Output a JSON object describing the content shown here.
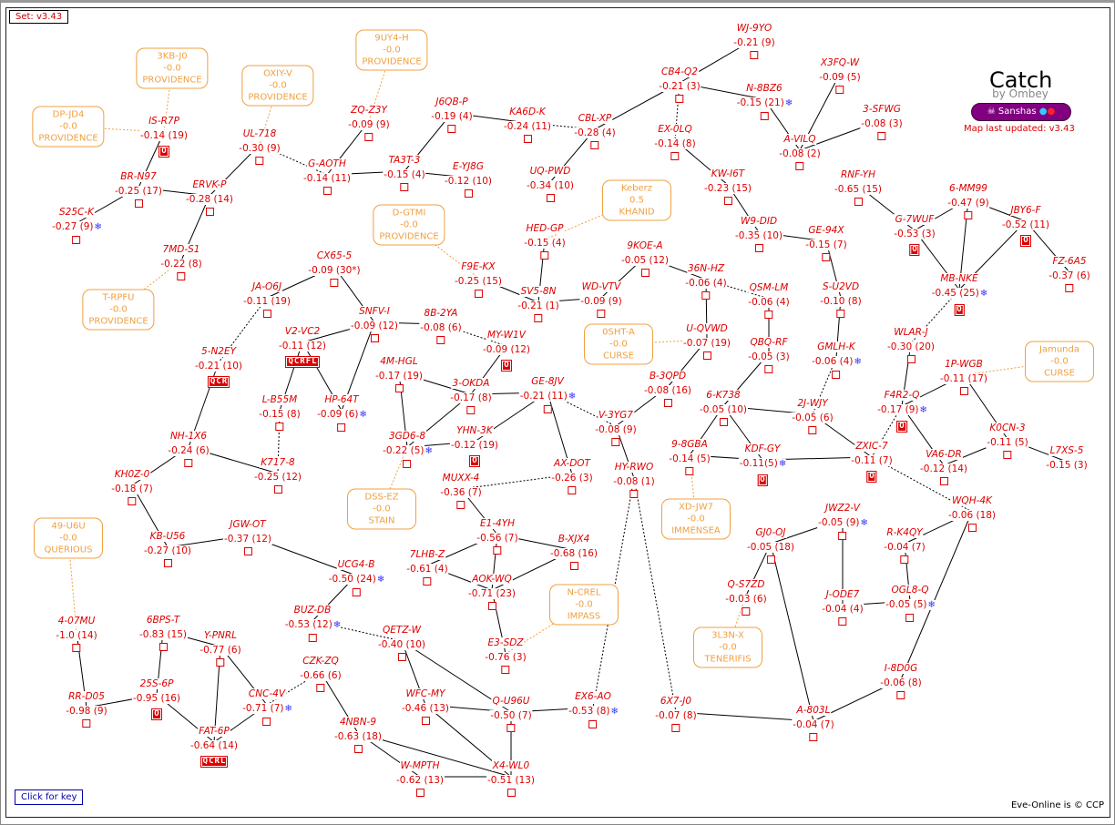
{
  "header": {
    "set_label": "Set: v3.43",
    "title": "Catch",
    "byline": "by Ombey",
    "faction": "Sanshas",
    "updated": "Map last updated: v3.43"
  },
  "footer": {
    "key_button": "Click for key",
    "copyright": "Eve-Online is © CCP"
  },
  "colors": {
    "system": "#dd0000",
    "region": "#f0a040",
    "faction": "#800080",
    "ice": "#3333ff"
  },
  "systems": [
    {
      "name": "IS-R7P",
      "value": "-0.14 (19)",
      "stations": "O"
    },
    {
      "name": "BR-N97",
      "value": "-0.25 (17)"
    },
    {
      "name": "S25C-K",
      "value": "-0.27 (9)",
      "ice": true
    },
    {
      "name": "ERVK-P",
      "value": "-0.28 (14)"
    },
    {
      "name": "7MD-S1",
      "value": "-0.22 (8)"
    },
    {
      "name": "UL-718",
      "value": "-0.30 (9)"
    },
    {
      "name": "G-AOTH",
      "value": "-0.14 (11)"
    },
    {
      "name": "ZQ-Z3Y",
      "value": "-0.09 (9)"
    },
    {
      "name": "TA3T-3",
      "value": "-0.15 (4)"
    },
    {
      "name": "E-YJ8G",
      "value": "-0.12 (10)"
    },
    {
      "name": "J6QB-P",
      "value": "-0.19 (4)"
    },
    {
      "name": "KA6D-K",
      "value": "-0.24 (11)"
    },
    {
      "name": "CBL-XP",
      "value": "-0.28 (4)"
    },
    {
      "name": "UQ-PWD",
      "value": "-0.34 (10)"
    },
    {
      "name": "WJ-9YO",
      "value": "-0.21 (9)"
    },
    {
      "name": "CB4-Q2",
      "value": "-0.21 (3)"
    },
    {
      "name": "N-8BZ6",
      "value": "-0.15 (21)",
      "ice": true
    },
    {
      "name": "X3FQ-W",
      "value": "-0.09 (5)"
    },
    {
      "name": "3-SFWG",
      "value": "-0.08 (3)"
    },
    {
      "name": "A-VILQ",
      "value": "-0.08 (2)"
    },
    {
      "name": "EX-0LQ",
      "value": "-0.14 (8)"
    },
    {
      "name": "KW-I6T",
      "value": "-0.23 (15)"
    },
    {
      "name": "W9-DID",
      "value": "-0.35 (10)"
    },
    {
      "name": "GE-94X",
      "value": "-0.15 (7)"
    },
    {
      "name": "RNF-YH",
      "value": "-0.65 (15)"
    },
    {
      "name": "G-7WUF",
      "value": "-0.53 (3)",
      "stations": "O"
    },
    {
      "name": "6-MM99",
      "value": "-0.47 (9)"
    },
    {
      "name": "JBY6-F",
      "value": "-0.52 (11)",
      "stations": "O"
    },
    {
      "name": "FZ-6A5",
      "value": "-0.37 (6)"
    },
    {
      "name": "MB-NKE",
      "value": "-0.45 (25)",
      "ice": true,
      "stations": "O"
    },
    {
      "name": "HED-GP",
      "value": "-0.15 (4)"
    },
    {
      "name": "9KOE-A",
      "value": "-0.05 (12)"
    },
    {
      "name": "36N-HZ",
      "value": "-0.06 (4)"
    },
    {
      "name": "WD-VTV",
      "value": "-0.09 (9)"
    },
    {
      "name": "QSM-LM",
      "value": "-0.06 (4)"
    },
    {
      "name": "S-U2VD",
      "value": "-0.10 (8)"
    },
    {
      "name": "SV5-8N",
      "value": "-0.21 (1)"
    },
    {
      "name": "F9E-KX",
      "value": "-0.25 (15)"
    },
    {
      "name": "CX65-5",
      "value": "-0.09 (30*)"
    },
    {
      "name": "JA-O6J",
      "value": "-0.11 (19)"
    },
    {
      "name": "SNFV-I",
      "value": "-0.09 (12)"
    },
    {
      "name": "8B-2YA",
      "value": "-0.08 (6)"
    },
    {
      "name": "MY-W1V",
      "value": "-0.09 (12)",
      "stations": "O"
    },
    {
      "name": "V2-VC2",
      "value": "-0.11 (12)",
      "stations": "QCRFL"
    },
    {
      "name": "5-N2EY",
      "value": "-0.21 (10)",
      "stations": "QCR"
    },
    {
      "name": "4M-HGL",
      "value": "-0.17 (19)"
    },
    {
      "name": "3-OKDA",
      "value": "-0.17 (8)"
    },
    {
      "name": "GE-8JV",
      "value": "-0.21 (11)",
      "ice": true
    },
    {
      "name": "L-B55M",
      "value": "-0.15 (8)"
    },
    {
      "name": "HP-64T",
      "value": "-0.09 (6)",
      "ice": true
    },
    {
      "name": "U-QVWD",
      "value": "-0.07 (19)"
    },
    {
      "name": "QBQ-RF",
      "value": "-0.05 (3)"
    },
    {
      "name": "GMLH-K",
      "value": "-0.06 (4)",
      "ice": true
    },
    {
      "name": "WLAR-J",
      "value": "-0.30 (20)"
    },
    {
      "name": "1P-WGB",
      "value": "-0.11 (17)"
    },
    {
      "name": "B-3QPD",
      "value": "-0.08 (16)"
    },
    {
      "name": "6-K738",
      "value": "-0.05 (10)"
    },
    {
      "name": "2J-WJY",
      "value": "-0.05 (6)"
    },
    {
      "name": "F4R2-Q",
      "value": "-0.17 (9)",
      "ice": true,
      "stations": "O"
    },
    {
      "name": "V-3YG7",
      "value": "-0.08 (9)"
    },
    {
      "name": "3GD6-8",
      "value": "-0.22 (5)",
      "ice": true
    },
    {
      "name": "YHN-3K",
      "value": "-0.12 (19)",
      "stations": "O"
    },
    {
      "name": "NH-1X6",
      "value": "-0.24 (6)"
    },
    {
      "name": "K717-8",
      "value": "-0.25 (12)"
    },
    {
      "name": "KH0Z-0",
      "value": "-0.18 (7)"
    },
    {
      "name": "9-8GBA",
      "value": "-0.14 (5)"
    },
    {
      "name": "KDF-GY",
      "value": "-0.11(5)",
      "ice": true,
      "stations": "O"
    },
    {
      "name": "ZXIC-7",
      "value": "-0.11 (7)",
      "stations": "O"
    },
    {
      "name": "VA6-DR",
      "value": "-0.12 (14)"
    },
    {
      "name": "K0CN-3",
      "value": "-0.11 (5)"
    },
    {
      "name": "L7XS-5",
      "value": "-0.15 (3)",
      "nosq": true
    },
    {
      "name": "AX-DOT",
      "value": "-0.26 (3)"
    },
    {
      "name": "HY-RWO",
      "value": "-0.08 (1)"
    },
    {
      "name": "MUXX-4",
      "value": "-0.36 (7)"
    },
    {
      "name": "E1-4YH",
      "value": "-0.56 (7)"
    },
    {
      "name": "B-XJX4",
      "value": "-0.68 (16)"
    },
    {
      "name": "7LHB-Z",
      "value": "-0.61 (4)"
    },
    {
      "name": "AOK-WQ",
      "value": "-0.71 (23)"
    },
    {
      "name": "KB-U56",
      "value": "-0.27 (10)"
    },
    {
      "name": "JGW-OT",
      "value": "-0.37 (12)"
    },
    {
      "name": "UCG4-B",
      "value": "-0.50 (24)",
      "ice": true
    },
    {
      "name": "BUZ-DB",
      "value": "-0.53 (12)",
      "ice": true
    },
    {
      "name": "QETZ-W",
      "value": "-0.40 (10)"
    },
    {
      "name": "E3-SDZ",
      "value": "-0.76 (3)"
    },
    {
      "name": "4-07MU",
      "value": "-1.0 (14)"
    },
    {
      "name": "6BPS-T",
      "value": "-0.83 (15)"
    },
    {
      "name": "Y-PNRL",
      "value": "-0.77 (6)"
    },
    {
      "name": "CZK-ZQ",
      "value": "-0.66 (6)"
    },
    {
      "name": "RR-D05",
      "value": "-0.98 (9)"
    },
    {
      "name": "25S-6P",
      "value": "-0.95 (16)",
      "stations": "O"
    },
    {
      "name": "CNC-4V",
      "value": "-0.71 (7)",
      "ice": true
    },
    {
      "name": "FAT-6P",
      "value": "-0.64 (14)",
      "stations": "QCRL"
    },
    {
      "name": "4NBN-9",
      "value": "-0.63 (18)"
    },
    {
      "name": "WFC-MY",
      "value": "-0.46 (13)"
    },
    {
      "name": "Q-U96U",
      "value": "-0.50 (7)"
    },
    {
      "name": "EX6-AO",
      "value": "-0.53 (8)",
      "ice": true
    },
    {
      "name": "6X7-J0",
      "value": "-0.07 (8)"
    },
    {
      "name": "A-803L",
      "value": "-0.04 (7)"
    },
    {
      "name": "W-MPTH",
      "value": "-0.62 (13)"
    },
    {
      "name": "X4-WL0",
      "value": "-0.51 (13)"
    },
    {
      "name": "I-8D0G",
      "value": "-0.06 (8)"
    },
    {
      "name": "GJ0-OJ",
      "value": "-0.05 (18)"
    },
    {
      "name": "JWZ2-V",
      "value": "-0.05 (9)",
      "ice": true
    },
    {
      "name": "R-K4QY",
      "value": "-0.04 (7)"
    },
    {
      "name": "WQH-4K",
      "value": "-0.06 (18)"
    },
    {
      "name": "Q-S7ZD",
      "value": "-0.03 (6)"
    },
    {
      "name": "J-ODE7",
      "value": "-0.04 (4)"
    },
    {
      "name": "OGL8-Q",
      "value": "-0.05 (5)",
      "ice": true
    }
  ],
  "regions": [
    {
      "name": "3KB-J0",
      "value": "-0.0",
      "region": "PROVIDENCE"
    },
    {
      "name": "DP-JD4",
      "value": "-0.0",
      "region": "PROVIDENCE"
    },
    {
      "name": "OXIY-V",
      "value": "-0.0",
      "region": "PROVIDENCE"
    },
    {
      "name": "9UY4-H",
      "value": "-0.0",
      "region": "PROVIDENCE"
    },
    {
      "name": "T-RPFU",
      "value": "-0.0",
      "region": "PROVIDENCE"
    },
    {
      "name": "D-GTMI",
      "value": "-0.0",
      "region": "PROVIDENCE"
    },
    {
      "name": "Keberz",
      "value": "0.5",
      "region": "KHANID"
    },
    {
      "name": "0SHT-A",
      "value": "-0.0",
      "region": "CURSE"
    },
    {
      "name": "Jamunda",
      "value": "-0.0",
      "region": "CURSE"
    },
    {
      "name": "DSS-EZ",
      "value": "-0.0",
      "region": "STAIN"
    },
    {
      "name": "49-U6U",
      "value": "-0.0",
      "region": "QUERIOUS"
    },
    {
      "name": "XD-JW7",
      "value": "-0.0",
      "region": "IMMENSEA"
    },
    {
      "name": "N-CREL",
      "value": "-0.0",
      "region": "IMPASS"
    },
    {
      "name": "3L3N-X",
      "value": "-0.0",
      "region": "TENERIFIS"
    }
  ],
  "connections": [
    [
      "IS-R7P",
      "BR-N97"
    ],
    [
      "BR-N97",
      "S25C-K"
    ],
    [
      "BR-N97",
      "ERVK-P"
    ],
    [
      "ERVK-P",
      "UL-718"
    ],
    [
      "ERVK-P",
      "7MD-S1"
    ],
    [
      "UL-718",
      "G-AOTH",
      "d"
    ],
    [
      "G-AOTH",
      "ZQ-Z3Y"
    ],
    [
      "G-AOTH",
      "TA3T-3"
    ],
    [
      "TA3T-3",
      "E-YJ8G"
    ],
    [
      "TA3T-3",
      "J6QB-P"
    ],
    [
      "J6QB-P",
      "KA6D-K"
    ],
    [
      "KA6D-K",
      "CBL-XP",
      "d"
    ],
    [
      "CBL-XP",
      "UQ-PWD"
    ],
    [
      "CBL-XP",
      "CB4-Q2"
    ],
    [
      "CB4-Q2",
      "WJ-9YO"
    ],
    [
      "CB4-Q2",
      "N-8BZ6"
    ],
    [
      "CB4-Q2",
      "EX-0LQ",
      "d"
    ],
    [
      "N-8BZ6",
      "A-VILQ"
    ],
    [
      "X3FQ-W",
      "A-VILQ"
    ],
    [
      "3-SFWG",
      "A-VILQ"
    ],
    [
      "EX-0LQ",
      "KW-I6T"
    ],
    [
      "KW-I6T",
      "W9-DID"
    ],
    [
      "W9-DID",
      "GE-94X"
    ],
    [
      "GE-94X",
      "S-U2VD"
    ],
    [
      "S-U2VD",
      "GMLH-K"
    ],
    [
      "GMLH-K",
      "2J-WJY",
      "d"
    ],
    [
      "RNF-YH",
      "G-7WUF"
    ],
    [
      "G-7WUF",
      "6-MM99"
    ],
    [
      "G-7WUF",
      "MB-NKE"
    ],
    [
      "6-MM99",
      "MB-NKE"
    ],
    [
      "6-MM99",
      "JBY6-F"
    ],
    [
      "JBY6-F",
      "MB-NKE"
    ],
    [
      "JBY6-F",
      "FZ-6A5"
    ],
    [
      "MB-NKE",
      "WLAR-J",
      "d"
    ],
    [
      "WLAR-J",
      "F4R2-Q"
    ],
    [
      "F4R2-Q",
      "1P-WGB"
    ],
    [
      "F4R2-Q",
      "ZXIC-7",
      "d"
    ],
    [
      "F4R2-Q",
      "VA6-DR"
    ],
    [
      "1P-WGB",
      "K0CN-3"
    ],
    [
      "K0CN-3",
      "VA6-DR"
    ],
    [
      "K0CN-3",
      "L7XS-5"
    ],
    [
      "HED-GP",
      "SV5-8N"
    ],
    [
      "F9E-KX",
      "SV5-8N"
    ],
    [
      "SV5-8N",
      "WD-VTV"
    ],
    [
      "WD-VTV",
      "9KOE-A"
    ],
    [
      "9KOE-A",
      "36N-HZ"
    ],
    [
      "36N-HZ",
      "QSM-LM",
      "d"
    ],
    [
      "36N-HZ",
      "U-QVWD"
    ],
    [
      "QSM-LM",
      "QBQ-RF"
    ],
    [
      "QBQ-RF",
      "6-K738"
    ],
    [
      "U-QVWD",
      "B-3QPD"
    ],
    [
      "B-3QPD",
      "V-3YG7"
    ],
    [
      "6-K738",
      "9-8GBA"
    ],
    [
      "6-K738",
      "KDF-GY"
    ],
    [
      "6-K738",
      "2J-WJY"
    ],
    [
      "2J-WJY",
      "ZXIC-7"
    ],
    [
      "9-8GBA",
      "KDF-GY"
    ],
    [
      "KDF-GY",
      "ZXIC-7"
    ],
    [
      "ZXIC-7",
      "WQH-4K",
      "d"
    ],
    [
      "V-3YG7",
      "HY-RWO"
    ],
    [
      "HY-RWO",
      "EX6-AO",
      "d"
    ],
    [
      "HY-RWO",
      "6X7-J0",
      "d"
    ],
    [
      "GE-8JV",
      "V-3YG7",
      "d"
    ],
    [
      "GE-8JV",
      "3-OKDA"
    ],
    [
      "GE-8JV",
      "YHN-3K"
    ],
    [
      "GE-8JV",
      "AX-DOT"
    ],
    [
      "AX-DOT",
      "MUXX-4",
      "d"
    ],
    [
      "3-OKDA",
      "MY-W1V"
    ],
    [
      "3-OKDA",
      "4M-HGL"
    ],
    [
      "3-OKDA",
      "3GD6-8"
    ],
    [
      "4M-HGL",
      "3GD6-8"
    ],
    [
      "3GD6-8",
      "YHN-3K"
    ],
    [
      "MY-W1V",
      "8B-2YA",
      "d"
    ],
    [
      "8B-2YA",
      "SNFV-I"
    ],
    [
      "SNFV-I",
      "CX65-5"
    ],
    [
      "SNFV-I",
      "V2-VC2"
    ],
    [
      "SNFV-I",
      "HP-64T"
    ],
    [
      "CX65-5",
      "JA-O6J"
    ],
    [
      "JA-O6J",
      "5-N2EY",
      "d"
    ],
    [
      "V2-VC2",
      "L-B55M"
    ],
    [
      "V2-VC2",
      "HP-64T"
    ],
    [
      "L-B55M",
      "K717-8",
      "d"
    ],
    [
      "5-N2EY",
      "NH-1X6"
    ],
    [
      "NH-1X6",
      "K717-8"
    ],
    [
      "NH-1X6",
      "KH0Z-0"
    ],
    [
      "KH0Z-0",
      "KB-U56"
    ],
    [
      "KB-U56",
      "JGW-OT"
    ],
    [
      "JGW-OT",
      "UCG4-B"
    ],
    [
      "UCG4-B",
      "BUZ-DB"
    ],
    [
      "BUZ-DB",
      "QETZ-W",
      "d"
    ],
    [
      "QETZ-W",
      "WFC-MY"
    ],
    [
      "QETZ-W",
      "Q-U96U"
    ],
    [
      "WFC-MY",
      "Q-U96U"
    ],
    [
      "WFC-MY",
      "X4-WL0"
    ],
    [
      "Q-U96U",
      "X4-WL0"
    ],
    [
      "Q-U96U",
      "EX6-AO"
    ],
    [
      "4NBN-9",
      "X4-WL0"
    ],
    [
      "4NBN-9",
      "W-MPTH"
    ],
    [
      "W-MPTH",
      "X4-WL0"
    ],
    [
      "CZK-ZQ",
      "4NBN-9"
    ],
    [
      "CZK-ZQ",
      "CNC-4V",
      "d"
    ],
    [
      "CNC-4V",
      "Y-PNRL"
    ],
    [
      "CNC-4V",
      "FAT-6P"
    ],
    [
      "Y-PNRL",
      "6BPS-T"
    ],
    [
      "Y-PNRL",
      "FAT-6P"
    ],
    [
      "6BPS-T",
      "25S-6P"
    ],
    [
      "25S-6P",
      "RR-D05"
    ],
    [
      "25S-6P",
      "FAT-6P"
    ],
    [
      "4-07MU",
      "RR-D05"
    ],
    [
      "MUXX-4",
      "E1-4YH"
    ],
    [
      "E1-4YH",
      "7LHB-Z"
    ],
    [
      "E1-4YH",
      "AOK-WQ"
    ],
    [
      "E1-4YH",
      "B-XJX4"
    ],
    [
      "7LHB-Z",
      "AOK-WQ"
    ],
    [
      "AOK-WQ",
      "B-XJX4"
    ],
    [
      "AOK-WQ",
      "E3-SDZ"
    ],
    [
      "6X7-J0",
      "A-803L"
    ],
    [
      "GJ0-OJ",
      "A-803L"
    ],
    [
      "GJ0-OJ",
      "JWZ2-V"
    ],
    [
      "GJ0-OJ",
      "Q-S7ZD"
    ],
    [
      "JWZ2-V",
      "J-ODE7"
    ],
    [
      "J-ODE7",
      "OGL8-Q"
    ],
    [
      "OGL8-Q",
      "R-K4QY"
    ],
    [
      "R-K4QY",
      "WQH-4K"
    ],
    [
      "WQH-4K",
      "I-8D0G"
    ],
    [
      "I-8D0G",
      "A-803L"
    ],
    [
      "3KB-J0",
      "IS-R7P",
      "r"
    ],
    [
      "DP-JD4",
      "IS-R7P",
      "r"
    ],
    [
      "OXIY-V",
      "UL-718",
      "r"
    ],
    [
      "9UY4-H",
      "ZQ-Z3Y",
      "r"
    ],
    [
      "T-RPFU",
      "7MD-S1",
      "r"
    ],
    [
      "D-GTMI",
      "F9E-KX",
      "r"
    ],
    [
      "Keberz",
      "HED-GP",
      "r"
    ],
    [
      "0SHT-A",
      "U-QVWD",
      "r"
    ],
    [
      "Jamunda",
      "1P-WGB",
      "r"
    ],
    [
      "DSS-EZ",
      "3GD6-8",
      "r"
    ],
    [
      "49-U6U",
      "4-07MU",
      "r"
    ],
    [
      "XD-JW7",
      "9-8GBA",
      "r"
    ],
    [
      "N-CREL",
      "E3-SDZ",
      "r"
    ],
    [
      "3L3N-X",
      "Q-S7ZD",
      "r"
    ]
  ]
}
